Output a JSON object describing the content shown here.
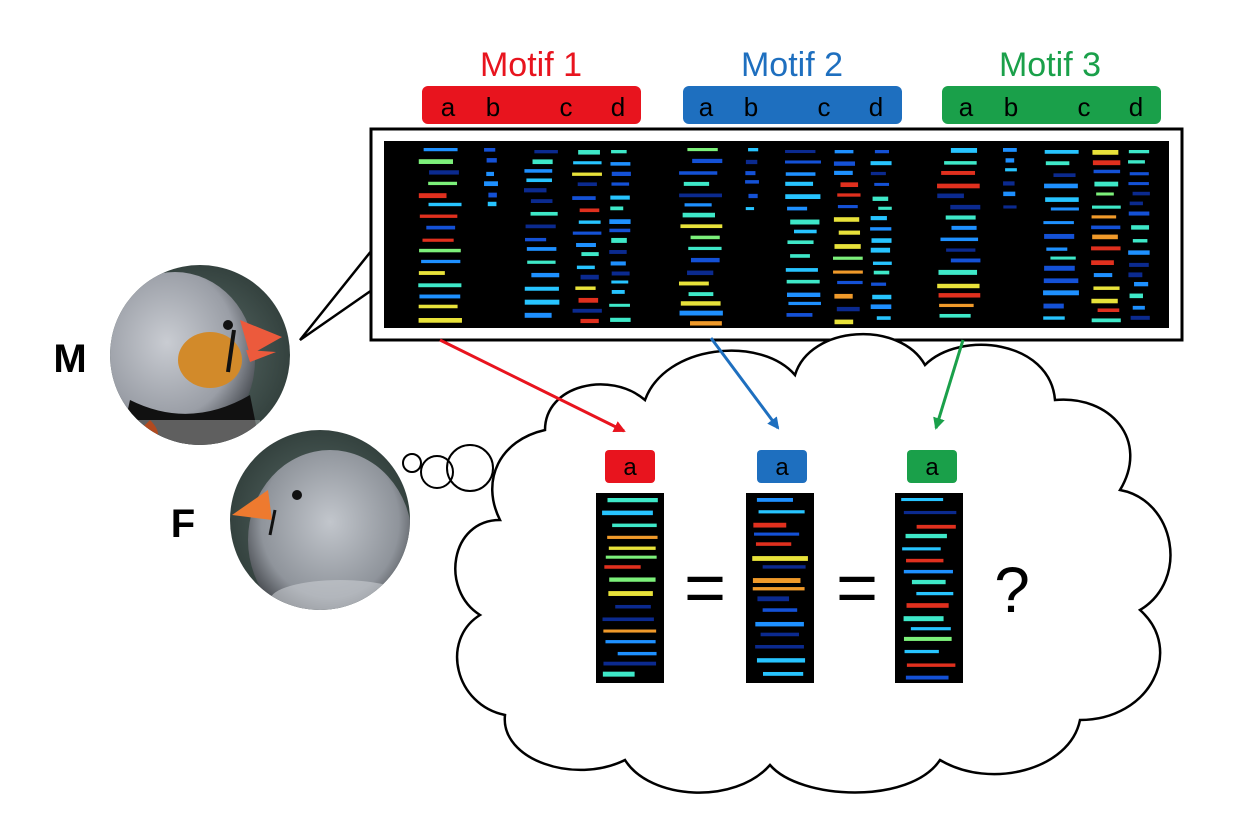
{
  "motifs": [
    {
      "title": "Motif 1",
      "color": "#e8141e",
      "syllables": [
        "a",
        "b",
        "c",
        "d"
      ]
    },
    {
      "title": "Motif 2",
      "color": "#1e6fbf",
      "syllables": [
        "a",
        "b",
        "c",
        "d"
      ]
    },
    {
      "title": "Motif 3",
      "color": "#1aa04a",
      "syllables": [
        "a",
        "b",
        "c",
        "d"
      ]
    }
  ],
  "birds": {
    "male_label": "M",
    "female_label": "F"
  },
  "thought": {
    "syllable_labels": [
      "a",
      "a",
      "a"
    ],
    "equals_1": "=",
    "equals_2": "=",
    "question": "?"
  }
}
